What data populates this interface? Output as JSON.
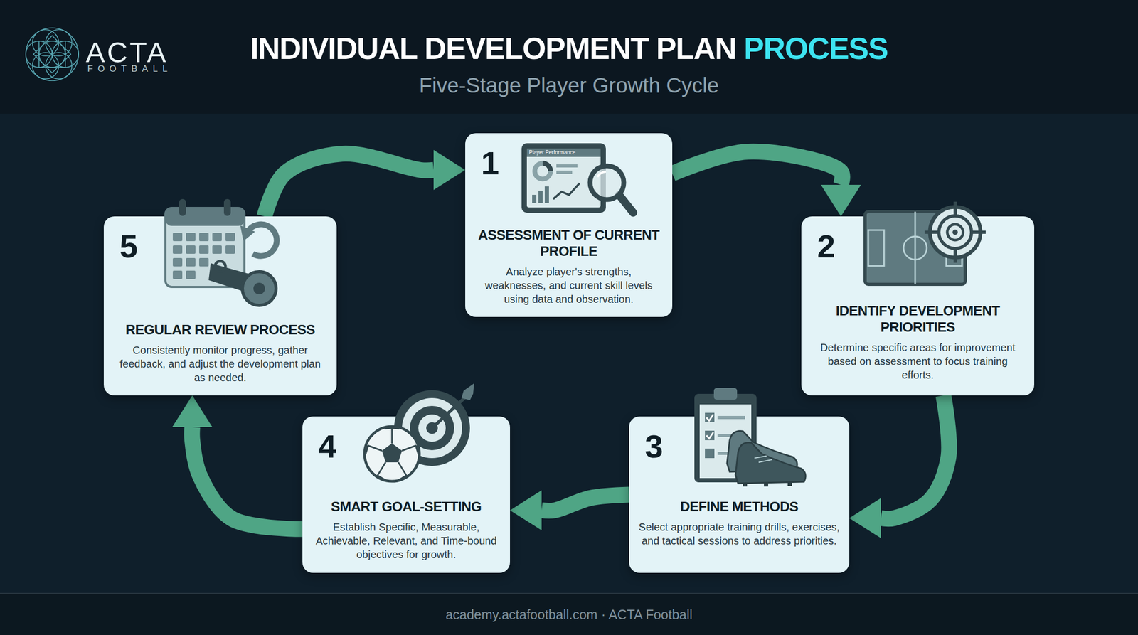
{
  "diagram": {
    "title": "INDIVIDUAL DEVELOPMENT PLAN PROCESS",
    "nodes": [
      {
        "text": [
          "1",
          "ASSESSMENT OF CURRENT PROFILE",
          "Analyze player's strengths, weaknesses, and current skill levels using data and observation."
        ]
      },
      {
        "text": [
          "2",
          "IDENTIFY DEVELOPMENT PRIORITIES",
          "Determine specific areas for improvement based on assessment to focus training efforts."
        ]
      },
      {
        "text": [
          "3",
          "DEFINE METHODS",
          "Select appropriate training drills, exercises, and tactical sessions to address priorities."
        ]
      },
      {
        "text": [
          "4",
          "SMART GOAL-SETTING",
          "Establish Specific, Measurable, Achievable, Relevant, and Time-bound objectives for growth."
        ]
      },
      {
        "text": [
          "5",
          "REGULAR REVIEW PROCESS",
          "Consistently monitor progress, gather feedback, and adjust the development plan as needed."
        ]
      }
    ],
    "edges": [
      {
        "from": 0,
        "to": 1,
        "arrow": "to"
      },
      {
        "from": 1,
        "to": 2,
        "arrow": "to"
      },
      {
        "from": 2,
        "to": 3,
        "arrow": "to"
      },
      {
        "from": 3,
        "to": 4,
        "arrow": "to"
      },
      {
        "from": 4,
        "to": 0,
        "arrow": "to"
      }
    ],
    "labels": [
      "ACTA",
      "FOOTBALL",
      "Five-Stage Player Growth Cycle",
      "Player Performance",
      "academy.actafootball.com · ACTA Football"
    ]
  }
}
